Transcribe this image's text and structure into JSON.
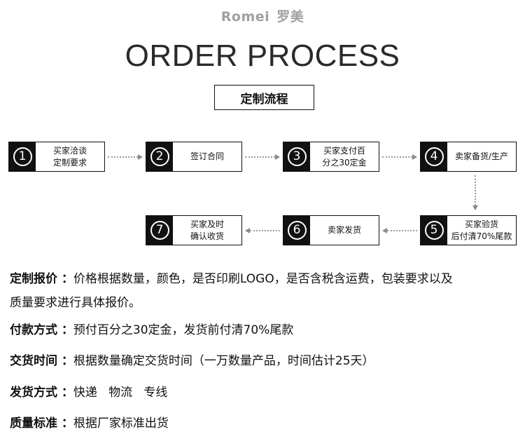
{
  "brand": {
    "latin": "Romei",
    "chinese": "罗美"
  },
  "headline": "ORDER PROCESS",
  "subtitle": "定制流程",
  "steps": [
    {
      "num": "1",
      "line1": "买家洽谈",
      "line2": "定制要求"
    },
    {
      "num": "2",
      "line1": "签订合同",
      "line2": ""
    },
    {
      "num": "3",
      "line1": "买家支付百",
      "line2": "分之30定金"
    },
    {
      "num": "4",
      "line1": "卖家备货/生产",
      "line2": ""
    },
    {
      "num": "5",
      "line1": "买家验货",
      "line2": "后付清70%尾款"
    },
    {
      "num": "6",
      "line1": "卖家发货",
      "line2": ""
    },
    {
      "num": "7",
      "line1": "买家及时",
      "line2": "确认收货"
    }
  ],
  "info": {
    "custom_quote": {
      "key": "定制报价 ：",
      "line1": "价格根据数量，颜色，是否印刷LOGO，是否含税含运费，包装要求以及",
      "line2": "质量要求进行具体报价。"
    },
    "payment": {
      "key": "付款方式 ：",
      "value": "预付百分之30定金，发货前付清70%尾款"
    },
    "delivery_time": {
      "key": "交货时间 ：",
      "value": "根据数量确定交货时间（一万数量产品，时间估计25天）"
    },
    "shipping": {
      "key": "发货方式 ：",
      "value": "快递   物流   专线"
    },
    "quality": {
      "key": "质量标准 ：",
      "value": "根据厂家标准出货"
    }
  }
}
